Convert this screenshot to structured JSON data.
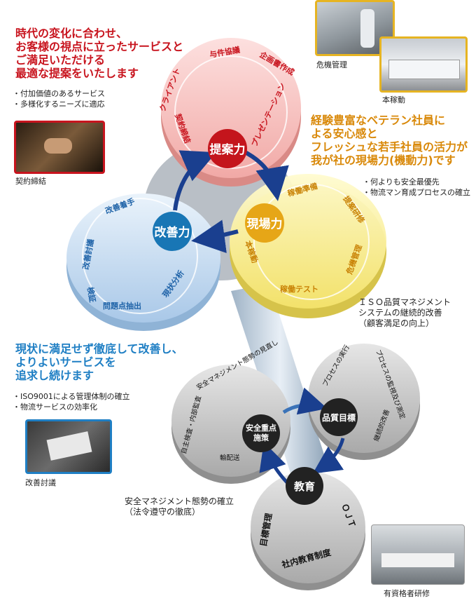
{
  "top_left": {
    "headline": [
      "時代の変化に合わせ、",
      "お客様の視点に立ったサービスと",
      "ご満足いただける",
      "最適な提案をいたします"
    ],
    "bullets": [
      "・付加価値のあるサービス",
      "・多様化するニーズに適応"
    ]
  },
  "top_right": {
    "headline": [
      "経験豊富なベテラン社員に",
      "よる安心感と",
      "フレッシュな若手社員の活力が",
      "我が社の現場力(機動力)です"
    ],
    "bullets": [
      "・何よりも安全最優先",
      "・物流マン育成プロセスの確立"
    ]
  },
  "mid_left": {
    "headline": [
      "現状に満足せず徹底して改善し、",
      "よりよいサービスを",
      "追求し続けます"
    ],
    "bullets": [
      "・ISO9001による管理体制の確立",
      "・物流サービスの効率化"
    ]
  },
  "iso_note": [
    "ＩＳＯ品質マネジメント",
    "システムの継続的改善",
    "（顧客満足の向上）"
  ],
  "safety_note": [
    "安全マネジメント態勢の確立",
    "（法令遵守の徹底）"
  ],
  "photos": {
    "keiyaku": "契約締結",
    "kiki": "危機管理",
    "honkado": "本稼動",
    "kaizen": "改善討議",
    "yushikaku": "有資格者研修"
  },
  "colors": {
    "red": "#c8141e",
    "orange": "#d9890a",
    "blue": "#1f7fc4",
    "arrow": "#1a3f8f"
  },
  "discs": {
    "teian": {
      "label": "提案力",
      "steps": [
        "クライアント",
        "与件協議",
        "企画書作成",
        "プレゼンテーション",
        "契約締結"
      ]
    },
    "genba": {
      "label": "現場力",
      "steps": [
        "稼働準備",
        "提案研修",
        "危機管理",
        "稼働テスト",
        "本稼動"
      ]
    },
    "kaizen": {
      "label": "改善力",
      "steps": [
        "改善着手",
        "改善討議",
        "検証",
        "問題点抽出",
        "現状分析"
      ]
    },
    "anzen": {
      "label": [
        "安全重点",
        "施策"
      ],
      "steps": [
        "安全マネジメント態勢の見直し",
        "自主検査・内部監査",
        "輸配送"
      ]
    },
    "hinshitsu": {
      "label": "品質目標",
      "steps": [
        "プロセスの実行",
        "プロセスの監視及び測定",
        "継続的改善"
      ]
    },
    "kyoiku": {
      "label": "教育",
      "steps": [
        "ＯＪＴ",
        "社内教育制度",
        "目標管理"
      ]
    }
  }
}
